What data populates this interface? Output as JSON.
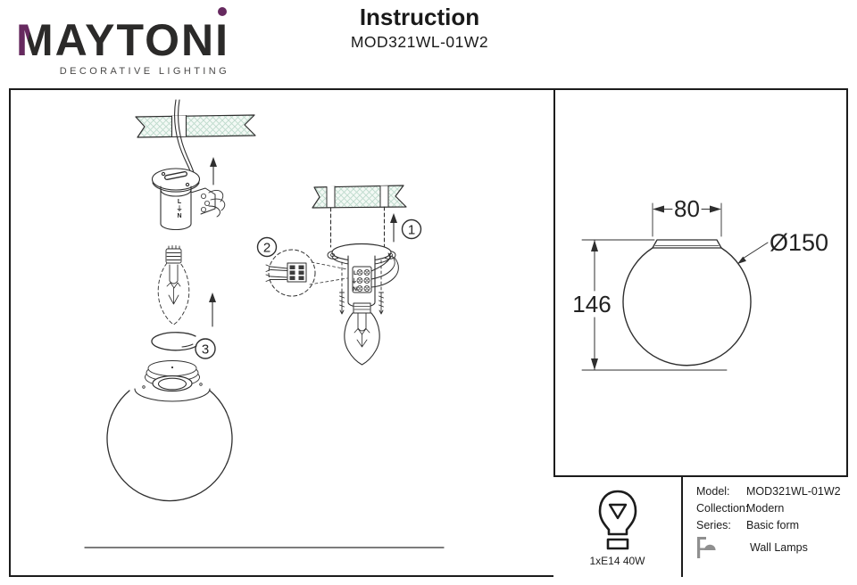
{
  "header": {
    "brand": {
      "prefix": "M",
      "middle": "AYTON",
      "last": "I",
      "subtitle": "DECORATIVE LIGHTING"
    },
    "title": "Instruction",
    "model": "MOD321WL-01W2"
  },
  "diagram": {
    "steps": {
      "one": "1",
      "two": "2",
      "three": "3"
    },
    "terminal_labels": [
      "L",
      "⏚",
      "N"
    ],
    "dims": {
      "width": "80",
      "height": "146",
      "diameter": "Ø150"
    }
  },
  "spec": {
    "bulb_caption": "1xE14 40W",
    "rows": [
      {
        "label": "Model:",
        "value": "MOD321WL-01W2"
      },
      {
        "label": "Collection:",
        "value": "Modern"
      },
      {
        "label": "Series:",
        "value": "Basic form"
      }
    ],
    "category": "Wall Lamps"
  },
  "colors": {
    "brand_dark": "#2b2a29",
    "brand_purple": "#66295f",
    "subtitle_gray": "#4a4948",
    "line_art": "#2f2f2f",
    "hatch_green": "#bedacd",
    "category_icon_gray": "#8f8f8f"
  }
}
